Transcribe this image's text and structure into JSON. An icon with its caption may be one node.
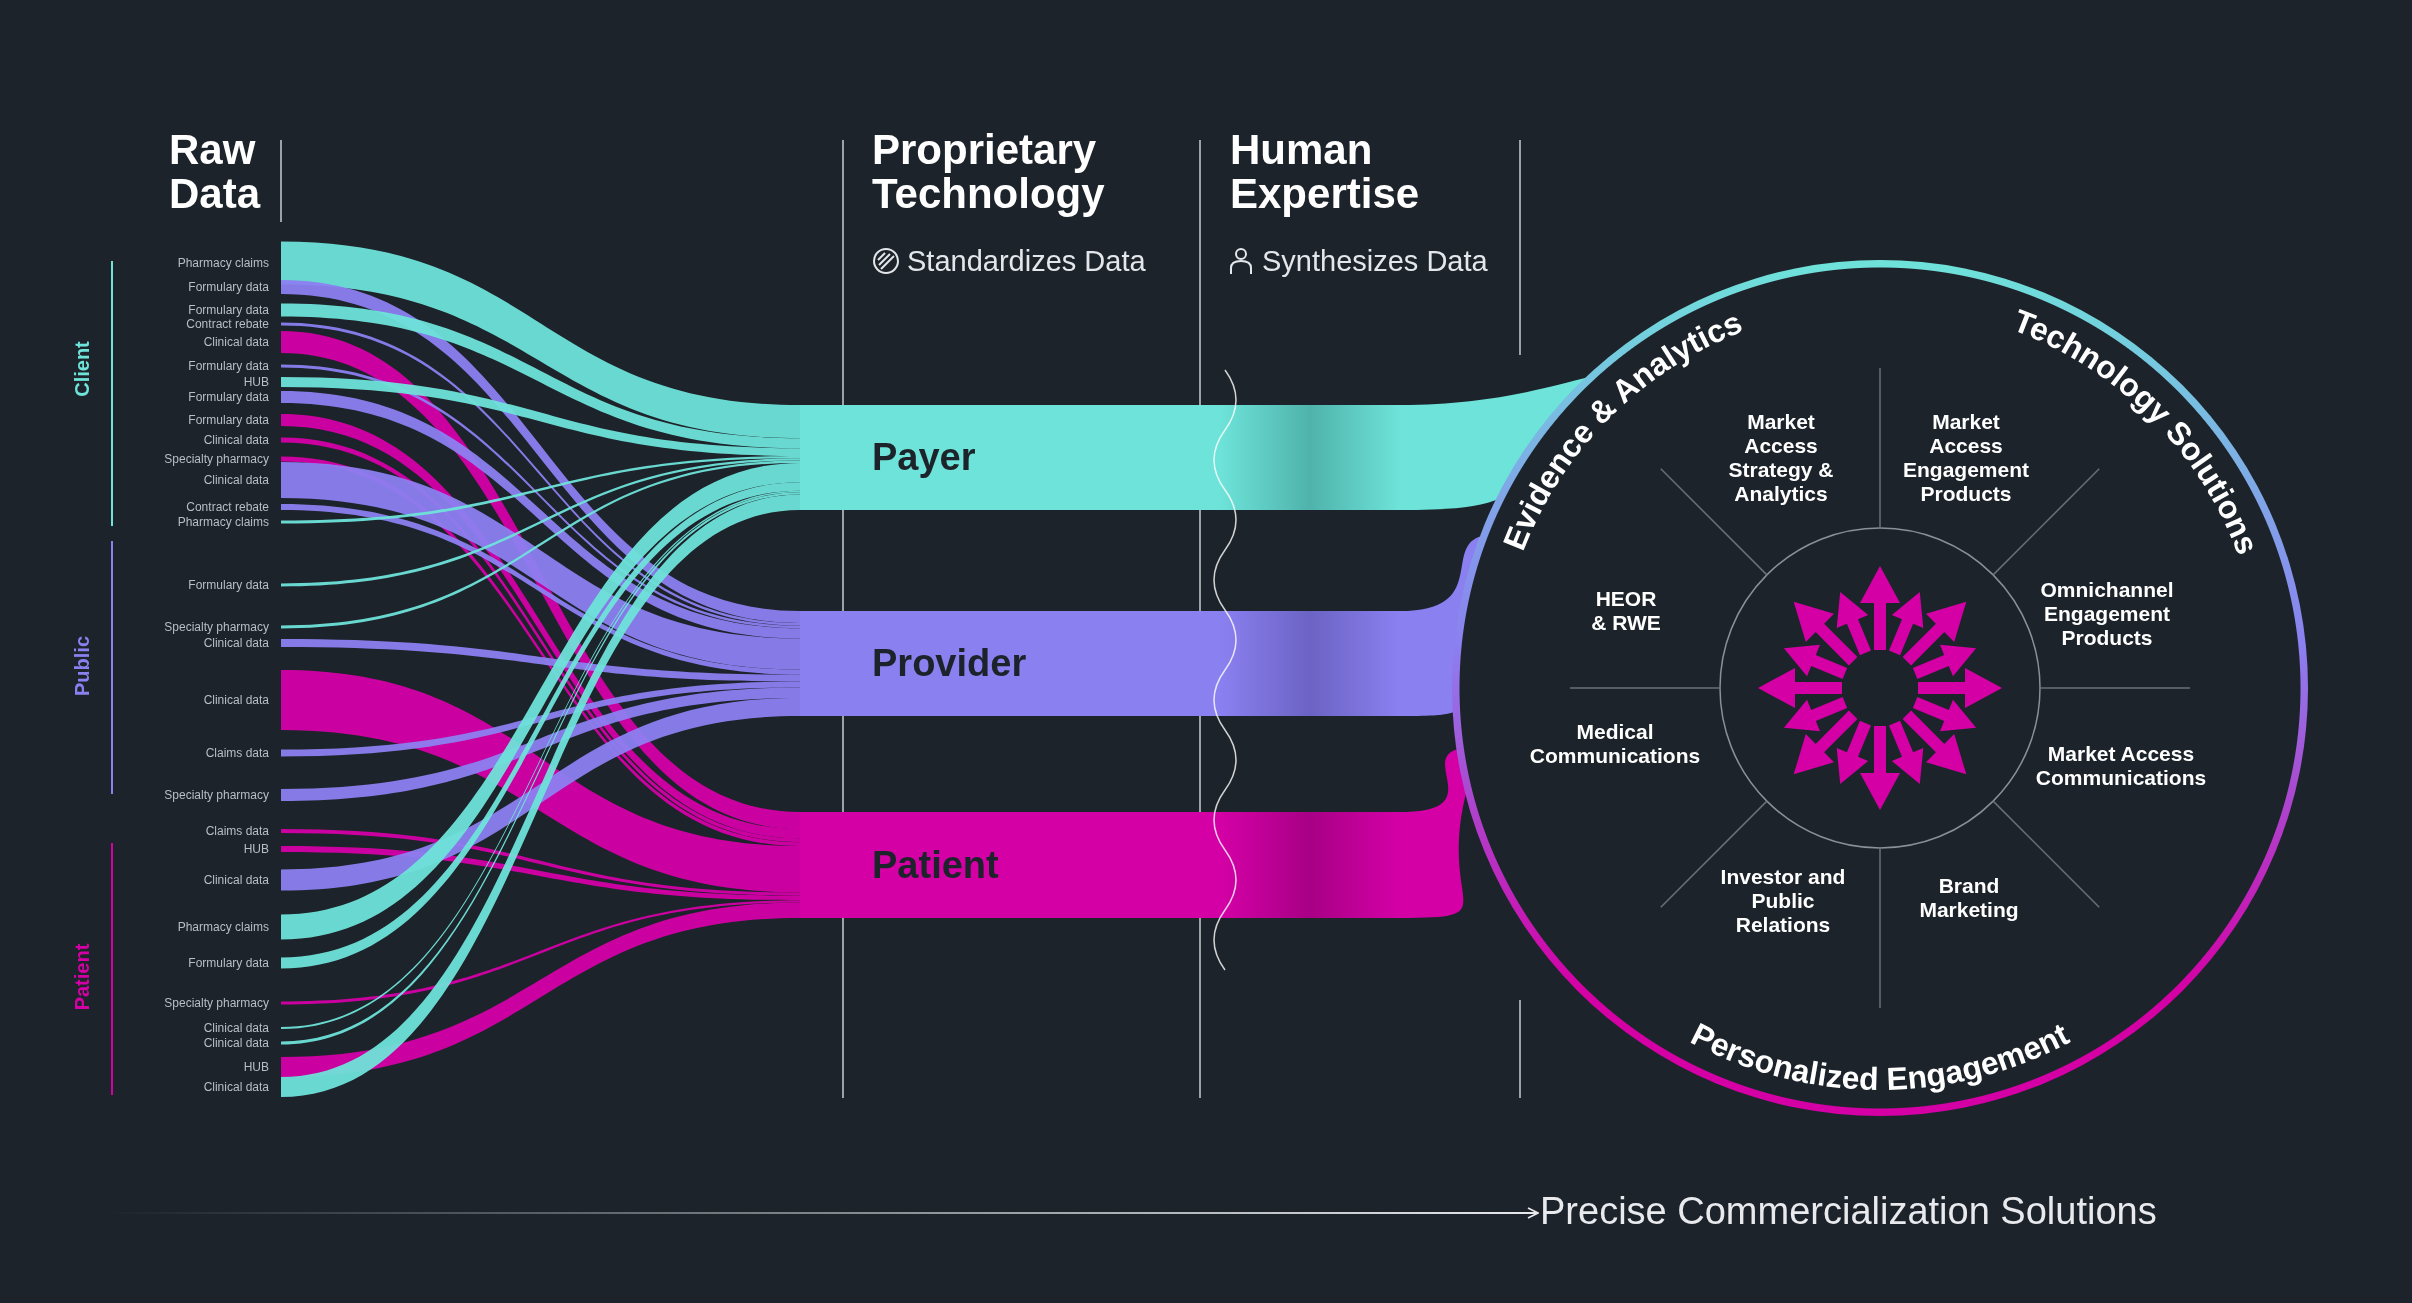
{
  "diagram": {
    "nodes": [
      {
        "text": [
          "Pharmacy claims"
        ]
      },
      {
        "text": [
          "Formulary data"
        ]
      },
      {
        "text": [
          "Formulary data"
        ]
      },
      {
        "text": [
          "Contract rebate"
        ]
      },
      {
        "text": [
          "Clinical data"
        ]
      },
      {
        "text": [
          "Formulary data"
        ]
      },
      {
        "text": [
          "HUB"
        ]
      },
      {
        "text": [
          "Formulary data"
        ]
      },
      {
        "text": [
          "Formulary data"
        ]
      },
      {
        "text": [
          "Clinical data"
        ]
      },
      {
        "text": [
          "Specialty pharmacy"
        ]
      },
      {
        "text": [
          "Clinical data"
        ]
      },
      {
        "text": [
          "Contract rebate"
        ]
      },
      {
        "text": [
          "Pharmacy claims"
        ]
      },
      {
        "text": [
          "Formulary data"
        ]
      },
      {
        "text": [
          "Specialty pharmacy"
        ]
      },
      {
        "text": [
          "Clinical data"
        ]
      },
      {
        "text": [
          "Clinical data"
        ]
      },
      {
        "text": [
          "Claims data"
        ]
      },
      {
        "text": [
          "Specialty pharmacy"
        ]
      },
      {
        "text": [
          "Claims data"
        ]
      },
      {
        "text": [
          "HUB"
        ]
      },
      {
        "text": [
          "Clinical data"
        ]
      },
      {
        "text": [
          "Pharmacy claims"
        ]
      },
      {
        "text": [
          "Formulary data"
        ]
      },
      {
        "text": [
          "Specialty pharmacy"
        ]
      },
      {
        "text": [
          "Clinical data"
        ]
      },
      {
        "text": [
          "Clinical data"
        ]
      },
      {
        "text": [
          "HUB"
        ]
      },
      {
        "text": [
          "Clinical data"
        ]
      },
      {
        "text": [
          "Payer"
        ]
      },
      {
        "text": [
          "Provider"
        ]
      },
      {
        "text": [
          "Patient"
        ]
      },
      {
        "text": [
          "Evidence & Analytics",
          "Technology Solutions",
          "Market Access Strategy & Analytics",
          "Market Access Engagement Products",
          "HEOR & RWE",
          "Omnichannel Engagement Products",
          "Medical Communications",
          "Market Access Communications",
          "Investor and Public Relations",
          "Brand Marketing",
          "Personalized Engagement"
        ]
      },
      {
        "text": [
          "Precise Commercialization Solutions"
        ]
      }
    ],
    "edges": [
      {
        "from": 0,
        "to": 30,
        "arrow": "none",
        "color": "#6ee3d9"
      },
      {
        "from": 1,
        "to": 31,
        "arrow": "none",
        "color": "#8b80f0"
      },
      {
        "from": 2,
        "to": 30,
        "arrow": "none",
        "color": "#6ee3d9"
      },
      {
        "from": 3,
        "to": 31,
        "arrow": "none",
        "color": "#8b80f0"
      },
      {
        "from": 4,
        "to": 32,
        "arrow": "none",
        "color": "#d400a6"
      },
      {
        "from": 5,
        "to": 31,
        "arrow": "none",
        "color": "#8b80f0"
      },
      {
        "from": 6,
        "to": 30,
        "arrow": "none",
        "color": "#6ee3d9"
      },
      {
        "from": 7,
        "to": 31,
        "arrow": "none",
        "color": "#8b80f0"
      },
      {
        "from": 8,
        "to": 32,
        "arrow": "none",
        "color": "#d400a6"
      },
      {
        "from": 9,
        "to": 32,
        "arrow": "none",
        "color": "#d400a6"
      },
      {
        "from": 10,
        "to": 32,
        "arrow": "none",
        "color": "#d400a6"
      },
      {
        "from": 11,
        "to": 31,
        "arrow": "none",
        "color": "#8b80f0"
      },
      {
        "from": 12,
        "to": 31,
        "arrow": "none",
        "color": "#8b80f0"
      },
      {
        "from": 13,
        "to": 30,
        "arrow": "none",
        "color": "#6ee3d9"
      },
      {
        "from": 14,
        "to": 30,
        "arrow": "none",
        "color": "#6ee3d9"
      },
      {
        "from": 15,
        "to": 30,
        "arrow": "none",
        "color": "#6ee3d9"
      },
      {
        "from": 16,
        "to": 31,
        "arrow": "none",
        "color": "#8b80f0"
      },
      {
        "from": 17,
        "to": 32,
        "arrow": "none",
        "color": "#d400a6"
      },
      {
        "from": 18,
        "to": 31,
        "arrow": "none",
        "color": "#8b80f0"
      },
      {
        "from": 19,
        "to": 31,
        "arrow": "none",
        "color": "#8b80f0"
      },
      {
        "from": 20,
        "to": 32,
        "arrow": "none",
        "color": "#d400a6"
      },
      {
        "from": 21,
        "to": 32,
        "arrow": "none",
        "color": "#d400a6"
      },
      {
        "from": 22,
        "to": 31,
        "arrow": "none",
        "color": "#8b80f0"
      },
      {
        "from": 23,
        "to": 30,
        "arrow": "none",
        "color": "#6ee3d9"
      },
      {
        "from": 24,
        "to": 30,
        "arrow": "none",
        "color": "#6ee3d9"
      },
      {
        "from": 25,
        "to": 32,
        "arrow": "none",
        "color": "#d400a6"
      },
      {
        "from": 26,
        "to": 30,
        "arrow": "none",
        "color": "#6ee3d9"
      },
      {
        "from": 27,
        "to": 30,
        "arrow": "none",
        "color": "#6ee3d9"
      },
      {
        "from": 28,
        "to": 32,
        "arrow": "none",
        "color": "#d400a6"
      },
      {
        "from": 29,
        "to": 30,
        "arrow": "none",
        "color": "#6ee3d9"
      },
      {
        "from": 30,
        "to": 33,
        "arrow": "none",
        "color": "#6ee3d9"
      },
      {
        "from": 31,
        "to": 33,
        "arrow": "none",
        "color": "#8b80f0"
      },
      {
        "from": 32,
        "to": 33,
        "arrow": "none",
        "color": "#d400a6"
      },
      {
        "from": null,
        "to": 34,
        "arrow": "to"
      }
    ],
    "labels": [
      "Raw Data",
      "Proprietary Technology",
      "Standardizes Data",
      "Human Expertise",
      "Synthesizes Data",
      "Client",
      "Public",
      "Patient"
    ]
  }
}
